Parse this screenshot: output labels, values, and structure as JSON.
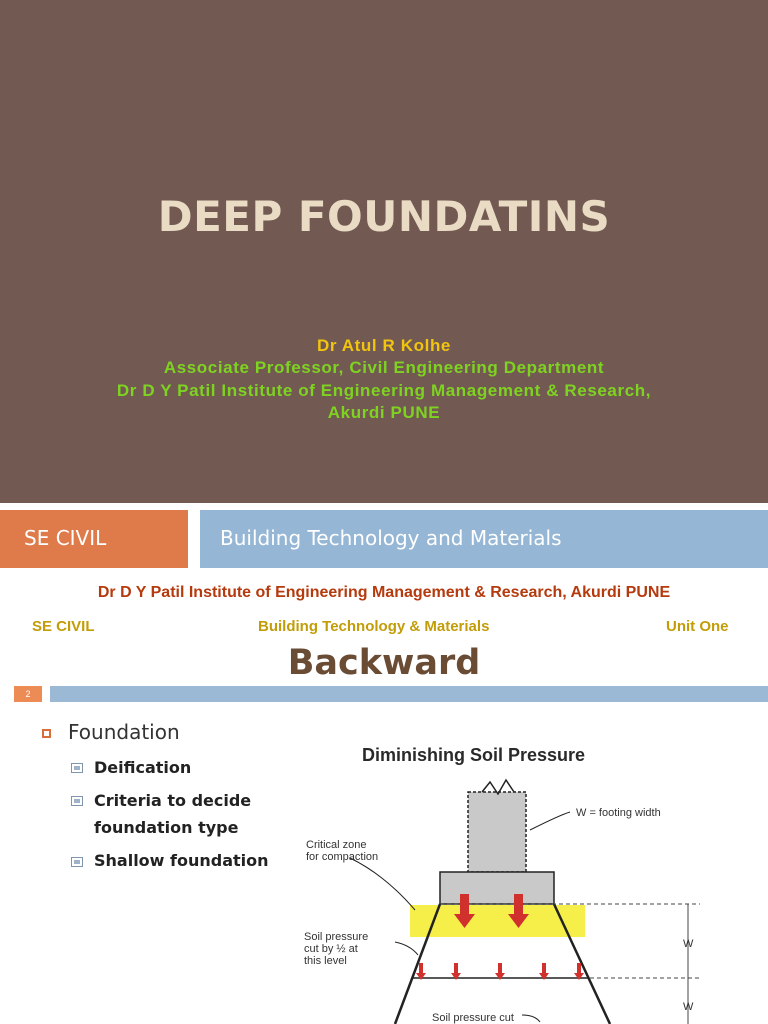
{
  "slide1": {
    "title": "DEEP FOUNDATINS",
    "author_name": "Dr Atul R Kolhe",
    "author_role": "Associate Professor, Civil Engineering Department",
    "author_inst_line1": "Dr D Y Patil Institute of Engineering Management & Research,",
    "author_inst_line2": "Akurdi PUNE",
    "colors": {
      "background": "#725a52",
      "title": "#eadbc4",
      "name": "#f1c40f",
      "details": "#7ed321"
    }
  },
  "slide2": {
    "band_left": "SE CIVIL",
    "band_right": "Building Technology and Materials",
    "institute": "Dr D Y Patil Institute of Engineering Management & Research, Akurdi PUNE",
    "sub_left": "SE CIVIL",
    "sub_center": "Building Technology & Materials",
    "sub_right": "Unit One",
    "heading": "Backward",
    "slide_number": "2",
    "bullet_main": "Foundation",
    "bullets": [
      "Deification",
      "Criteria to decide",
      "foundation type",
      "Shallow foundation"
    ],
    "figure": {
      "title": "Diminishing Soil Pressure",
      "label_w": "W = footing width",
      "label_critical1": "Critical zone",
      "label_critical2": "for compaction",
      "label_pressure1": "Soil pressure",
      "label_pressure2": "cut by ½ at",
      "label_pressure3": "this level",
      "label_pressure_cut": "Soil pressure cut",
      "label_side_w": "W"
    },
    "colors": {
      "band_left": "#df7b4a",
      "band_right": "#95b6d4",
      "institute": "#b53a0e",
      "subline": "#c29d08",
      "heading": "#6a4b34",
      "highlight": "#f6ef4a",
      "arrow": "#d0312d"
    }
  }
}
